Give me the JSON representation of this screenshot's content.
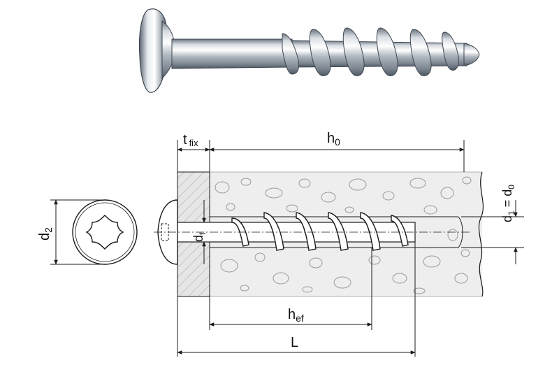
{
  "labels": {
    "t_fix": {
      "main": "t",
      "sub": "fix"
    },
    "h0": {
      "main": "h",
      "sub": "0"
    },
    "d2": {
      "main": "d",
      "sub": "2"
    },
    "df": {
      "main": "d",
      "sub": "f"
    },
    "d1_d0": {
      "main1": "d",
      "sub1": "1",
      "eq": " = ",
      "main2": "d",
      "sub2": "0"
    },
    "hef": {
      "main": "h",
      "sub": "ef"
    },
    "L": "L"
  },
  "colors": {
    "line": "#1a1a1a",
    "concrete_fill": "#eeeeee",
    "fixture_fill": "#e4e4e4",
    "aggregate_stroke": "#9a9a9a",
    "metal_light": "#f2f4f6",
    "metal_mid": "#b8c0c8",
    "metal_dark": "#5a6470"
  }
}
